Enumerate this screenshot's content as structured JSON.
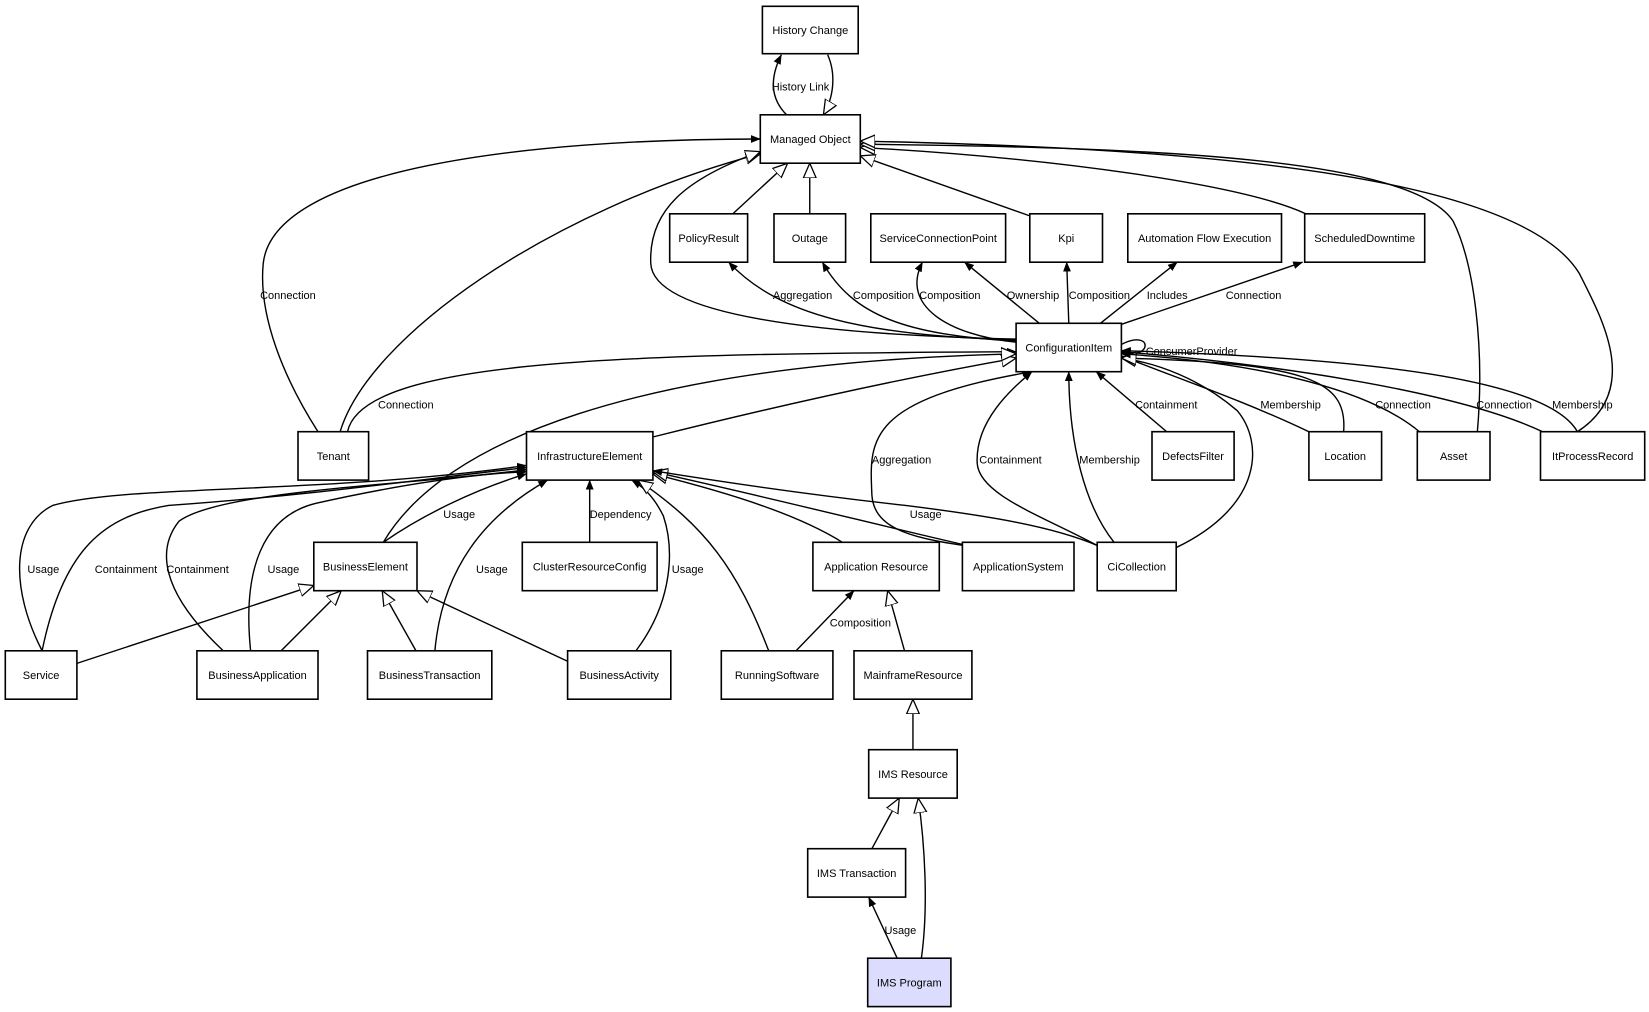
{
  "diagram": {
    "title": "IMS Program relationship model",
    "highlight_color": "#dcdcff",
    "nodes": [
      {
        "id": "history-change",
        "label": "History Change"
      },
      {
        "id": "managed-object",
        "label": "Managed Object"
      },
      {
        "id": "policy-result",
        "label": "PolicyResult"
      },
      {
        "id": "outage",
        "label": "Outage"
      },
      {
        "id": "service-connection-point",
        "label": "ServiceConnectionPoint"
      },
      {
        "id": "kpi",
        "label": "Kpi"
      },
      {
        "id": "automation-flow-execution",
        "label": "Automation Flow Execution"
      },
      {
        "id": "scheduled-downtime",
        "label": "ScheduledDowntime"
      },
      {
        "id": "configuration-item",
        "label": "ConfigurationItem"
      },
      {
        "id": "tenant",
        "label": "Tenant"
      },
      {
        "id": "infrastructure-element",
        "label": "InfrastructureElement"
      },
      {
        "id": "defects-filter",
        "label": "DefectsFilter"
      },
      {
        "id": "location",
        "label": "Location"
      },
      {
        "id": "asset",
        "label": "Asset"
      },
      {
        "id": "it-process-record",
        "label": "ItProcessRecord"
      },
      {
        "id": "business-element",
        "label": "BusinessElement"
      },
      {
        "id": "cluster-resource-config",
        "label": "ClusterResourceConfig"
      },
      {
        "id": "application-resource",
        "label": "Application Resource"
      },
      {
        "id": "application-system",
        "label": "ApplicationSystem"
      },
      {
        "id": "ci-collection",
        "label": "CiCollection"
      },
      {
        "id": "service",
        "label": "Service"
      },
      {
        "id": "business-application",
        "label": "BusinessApplication"
      },
      {
        "id": "business-transaction",
        "label": "BusinessTransaction"
      },
      {
        "id": "business-activity",
        "label": "BusinessActivity"
      },
      {
        "id": "running-software",
        "label": "RunningSoftware"
      },
      {
        "id": "mainframe-resource",
        "label": "MainframeResource"
      },
      {
        "id": "ims-resource",
        "label": "IMS Resource"
      },
      {
        "id": "ims-transaction",
        "label": "IMS Transaction"
      },
      {
        "id": "ims-program",
        "label": "IMS Program",
        "highlight": true
      }
    ],
    "edges": [
      {
        "from": "managed-object",
        "to": "history-change",
        "label": "History Link",
        "type": "association"
      },
      {
        "from": "history-change",
        "to": "managed-object",
        "label": "",
        "type": "inheritance"
      },
      {
        "from": "tenant",
        "to": "managed-object",
        "label": "Connection",
        "type": "association"
      },
      {
        "from": "tenant",
        "to": "managed-object",
        "label": "",
        "type": "inheritance"
      },
      {
        "from": "configuration-item",
        "to": "managed-object",
        "label": "",
        "type": "inheritance"
      },
      {
        "from": "policy-result",
        "to": "managed-object",
        "label": "",
        "type": "inheritance"
      },
      {
        "from": "outage",
        "to": "managed-object",
        "label": "",
        "type": "inheritance"
      },
      {
        "from": "kpi",
        "to": "managed-object",
        "label": "",
        "type": "inheritance"
      },
      {
        "from": "scheduled-downtime",
        "to": "managed-object",
        "label": "",
        "type": "inheritance"
      },
      {
        "from": "asset",
        "to": "managed-object",
        "label": "",
        "type": "inheritance"
      },
      {
        "from": "it-process-record",
        "to": "managed-object",
        "label": "",
        "type": "inheritance"
      },
      {
        "from": "configuration-item",
        "to": "policy-result",
        "label": "Aggregation",
        "type": "association"
      },
      {
        "from": "configuration-item",
        "to": "outage",
        "label": "Composition",
        "type": "association"
      },
      {
        "from": "configuration-item",
        "to": "service-connection-point",
        "label": "Composition",
        "type": "association"
      },
      {
        "from": "configuration-item",
        "to": "service-connection-point",
        "label": "Ownership",
        "type": "association"
      },
      {
        "from": "configuration-item",
        "to": "kpi",
        "label": "Composition",
        "type": "association"
      },
      {
        "from": "configuration-item",
        "to": "automation-flow-execution",
        "label": "Includes",
        "type": "association"
      },
      {
        "from": "configuration-item",
        "to": "scheduled-downtime",
        "label": "Connection",
        "type": "association"
      },
      {
        "from": "configuration-item",
        "to": "configuration-item",
        "label": "ConsumerProvider",
        "type": "association"
      },
      {
        "from": "tenant",
        "to": "configuration-item",
        "label": "Connection",
        "type": "association"
      },
      {
        "from": "infrastructure-element",
        "to": "configuration-item",
        "label": "",
        "type": "inheritance"
      },
      {
        "from": "business-element",
        "to": "configuration-item",
        "label": "",
        "type": "inheritance"
      },
      {
        "from": "application-system",
        "to": "configuration-item",
        "label": "Aggregation",
        "type": "association"
      },
      {
        "from": "ci-collection",
        "to": "configuration-item",
        "label": "Containment",
        "type": "association"
      },
      {
        "from": "ci-collection",
        "to": "configuration-item",
        "label": "Membership",
        "type": "association"
      },
      {
        "from": "ci-collection",
        "to": "configuration-item",
        "label": "",
        "type": "inheritance"
      },
      {
        "from": "defects-filter",
        "to": "configuration-item",
        "label": "Containment",
        "type": "association"
      },
      {
        "from": "location",
        "to": "configuration-item",
        "label": "Membership",
        "type": "association"
      },
      {
        "from": "location",
        "to": "configuration-item",
        "label": "",
        "type": "inheritance"
      },
      {
        "from": "asset",
        "to": "configuration-item",
        "label": "Connection",
        "type": "association"
      },
      {
        "from": "it-process-record",
        "to": "configuration-item",
        "label": "Connection",
        "type": "association"
      },
      {
        "from": "it-process-record",
        "to": "configuration-item",
        "label": "Membership",
        "type": "association"
      },
      {
        "from": "business-element",
        "to": "infrastructure-element",
        "label": "Usage",
        "type": "association"
      },
      {
        "from": "service",
        "to": "infrastructure-element",
        "label": "Usage",
        "type": "association"
      },
      {
        "from": "service",
        "to": "infrastructure-element",
        "label": "Containment",
        "type": "association"
      },
      {
        "from": "business-application",
        "to": "infrastructure-element",
        "label": "Containment",
        "type": "association"
      },
      {
        "from": "business-application",
        "to": "infrastructure-element",
        "label": "Usage",
        "type": "association"
      },
      {
        "from": "business-transaction",
        "to": "infrastructure-element",
        "label": "Usage",
        "type": "association"
      },
      {
        "from": "cluster-resource-config",
        "to": "infrastructure-element",
        "label": "Dependency",
        "type": "association"
      },
      {
        "from": "business-activity",
        "to": "infrastructure-element",
        "label": "Usage",
        "type": "association"
      },
      {
        "from": "running-software",
        "to": "infrastructure-element",
        "label": "",
        "type": "inheritance"
      },
      {
        "from": "application-resource",
        "to": "infrastructure-element",
        "label": "",
        "type": "inheritance"
      },
      {
        "from": "application-system",
        "to": "infrastructure-element",
        "label": "",
        "type": "inheritance"
      },
      {
        "from": "ci-collection",
        "to": "infrastructure-element",
        "label": "Usage",
        "type": "association"
      },
      {
        "from": "service",
        "to": "business-element",
        "label": "",
        "type": "inheritance"
      },
      {
        "from": "business-application",
        "to": "business-element",
        "label": "",
        "type": "inheritance"
      },
      {
        "from": "business-transaction",
        "to": "business-element",
        "label": "",
        "type": "inheritance"
      },
      {
        "from": "business-activity",
        "to": "business-element",
        "label": "",
        "type": "inheritance"
      },
      {
        "from": "running-software",
        "to": "application-resource",
        "label": "Composition",
        "type": "association"
      },
      {
        "from": "mainframe-resource",
        "to": "application-resource",
        "label": "",
        "type": "inheritance"
      },
      {
        "from": "ims-resource",
        "to": "mainframe-resource",
        "label": "",
        "type": "inheritance"
      },
      {
        "from": "ims-transaction",
        "to": "ims-resource",
        "label": "",
        "type": "inheritance"
      },
      {
        "from": "ims-program",
        "to": "ims-resource",
        "label": "",
        "type": "inheritance"
      },
      {
        "from": "ims-program",
        "to": "ims-transaction",
        "label": "Usage",
        "type": "association"
      }
    ]
  }
}
